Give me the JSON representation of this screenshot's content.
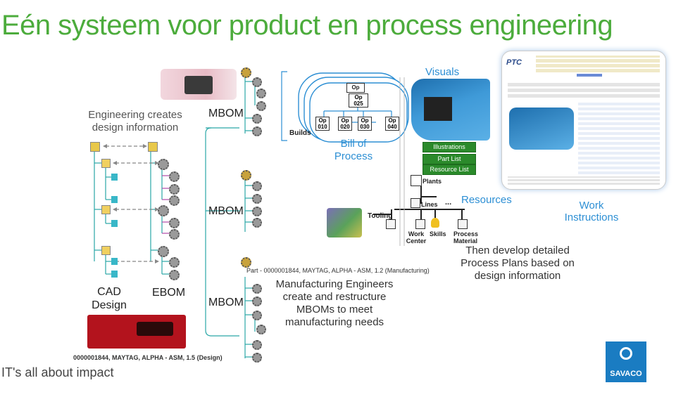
{
  "title": "Eén systeem voor product en process engineering",
  "left": {
    "engineering_text": "Engineering creates design information",
    "cad_design": "CAD Design",
    "ebom": "EBOM",
    "mbom": "MBOM",
    "bottom_caption": "0000001844, MAYTAG, ALPHA - ASM, 1.5 (Design)",
    "footer": "IT's all about impact"
  },
  "process": {
    "builds": "Builds",
    "op": "Op",
    "op_025": "Op 025",
    "ops": [
      "Op 010",
      "Op 020",
      "Op 030",
      "Op 040"
    ],
    "bill_of_process": "Bill of Process"
  },
  "middle": {
    "part_caption": "Part - 0000001844, MAYTAG, ALPHA - ASM, 1.2 (Manufacturing)",
    "mfg_text": "Manufacturing Engineers create and restructure MBOMs to meet manufacturing needs"
  },
  "right": {
    "visuals": "Visuals",
    "illustrations": "Illustrations",
    "part_list": "Part List",
    "resource_list": "Resource List",
    "plants": "Plants",
    "lines": "Lines",
    "tooling": "Tooling",
    "work_center": "Work Center",
    "skills": "Skills",
    "process_material": "Process Material",
    "resources": "Resources",
    "work_instructions": "Work Instructions",
    "then_text": "Then develop detailed Process Plans based on design information",
    "ptc": "PTC",
    "savaco": "SAVACO"
  },
  "colors": {
    "title_green": "#4cac3c",
    "accent_blue": "#2d8fd4",
    "box_green": "#2b8a2b"
  }
}
